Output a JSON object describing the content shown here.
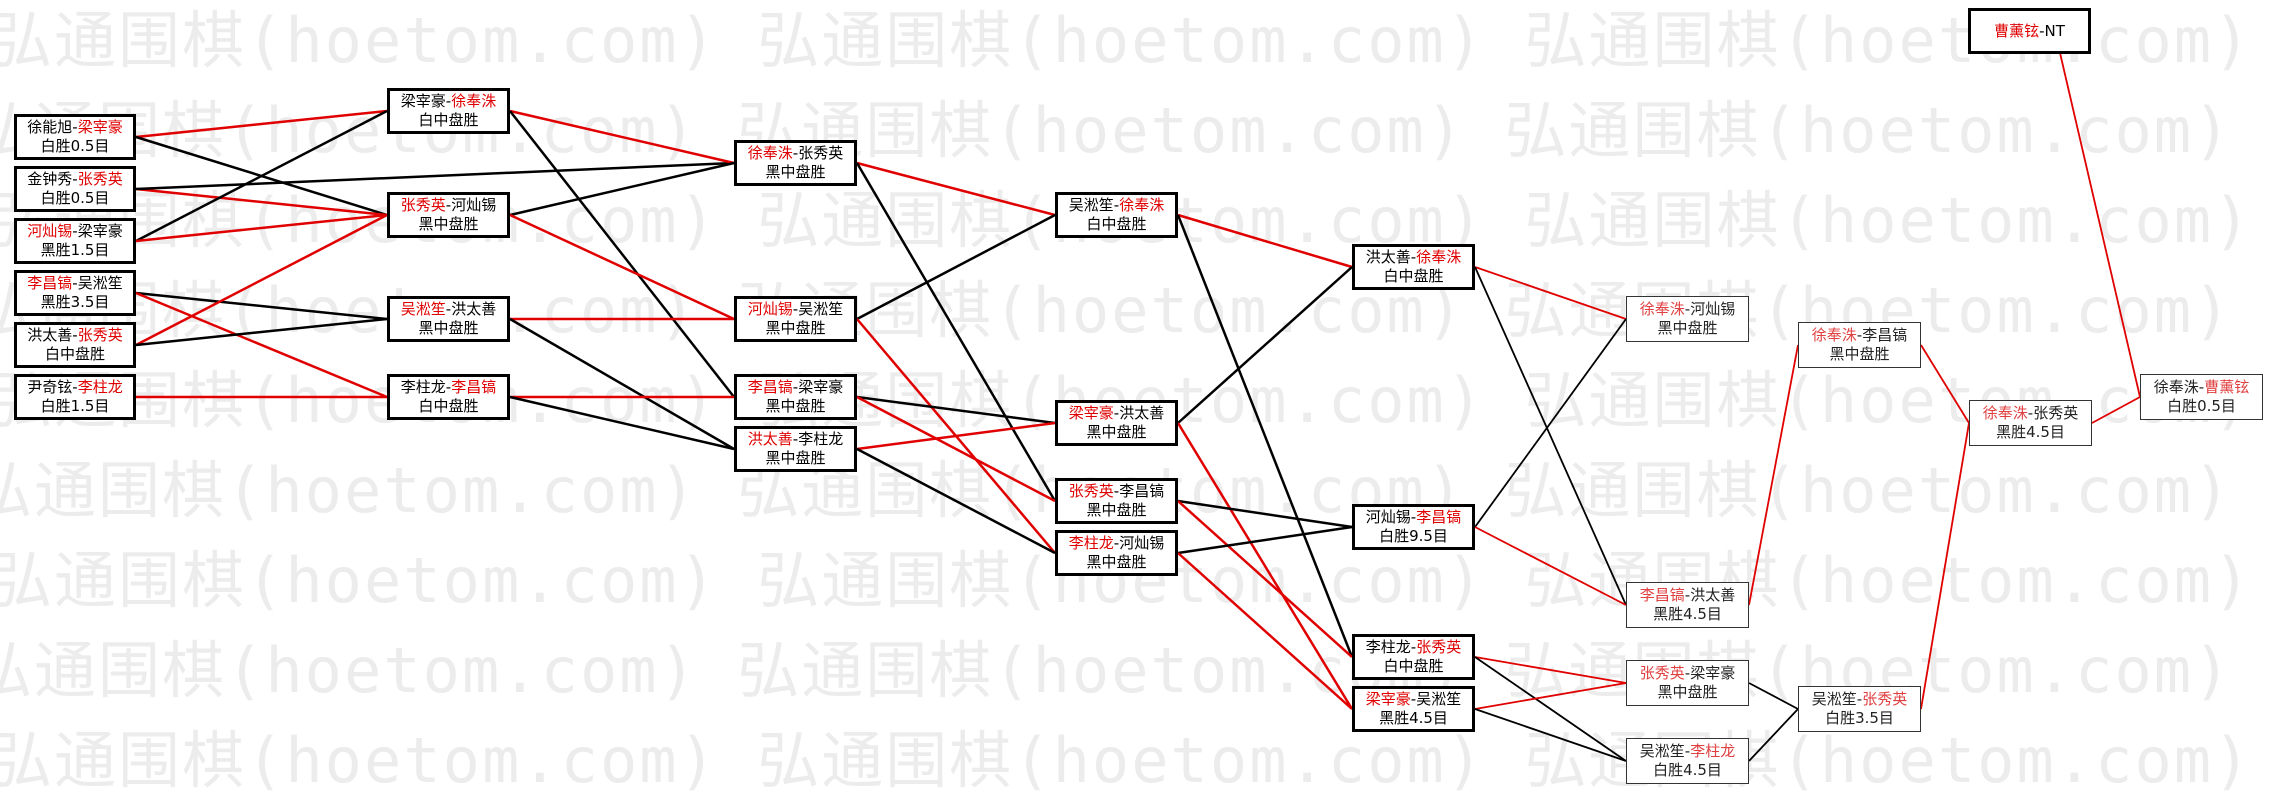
{
  "watermark": {
    "text": "弘通围棋(hoetom.com)"
  },
  "colors": {
    "win": "#e00000",
    "loss": "#000000",
    "border": "#000000"
  },
  "matches": [
    {
      "id": "r1a",
      "p1": "徐能旭",
      "p2": "梁宰豪",
      "winner": 2,
      "result": "白胜0.5目"
    },
    {
      "id": "r1b",
      "p1": "金钟秀",
      "p2": "张秀英",
      "winner": 2,
      "result": "白胜0.5目"
    },
    {
      "id": "r1c",
      "p1": "河灿锡",
      "p2": "梁宰豪",
      "winner": 1,
      "result": "黑胜1.5目"
    },
    {
      "id": "r1d",
      "p1": "李昌镐",
      "p2": "吴淞笙",
      "winner": 1,
      "result": "黑胜3.5目"
    },
    {
      "id": "r1e",
      "p1": "洪太善",
      "p2": "张秀英",
      "winner": 2,
      "result": "白中盘胜"
    },
    {
      "id": "r1f",
      "p1": "尹奇铉",
      "p2": "李柱龙",
      "winner": 2,
      "result": "白胜1.5目"
    },
    {
      "id": "r2a",
      "p1": "梁宰豪",
      "p2": "徐奉洙",
      "winner": 2,
      "result": "白中盘胜"
    },
    {
      "id": "r2b",
      "p1": "张秀英",
      "p2": "河灿锡",
      "winner": 1,
      "result": "黑中盘胜"
    },
    {
      "id": "r2c",
      "p1": "吴淞笙",
      "p2": "洪太善",
      "winner": 1,
      "result": "黑中盘胜"
    },
    {
      "id": "r2d",
      "p1": "李柱龙",
      "p2": "李昌镐",
      "winner": 2,
      "result": "白中盘胜"
    },
    {
      "id": "r3a",
      "p1": "徐奉洙",
      "p2": "张秀英",
      "winner": 1,
      "result": "黑中盘胜"
    },
    {
      "id": "r3b",
      "p1": "河灿锡",
      "p2": "吴淞笙",
      "winner": 1,
      "result": "黑中盘胜"
    },
    {
      "id": "r3c",
      "p1": "李昌镐",
      "p2": "梁宰豪",
      "winner": 1,
      "result": "黑中盘胜"
    },
    {
      "id": "r3d",
      "p1": "洪太善",
      "p2": "李柱龙",
      "winner": 1,
      "result": "黑中盘胜"
    },
    {
      "id": "r4a",
      "p1": "吴淞笙",
      "p2": "徐奉洙",
      "winner": 2,
      "result": "白中盘胜"
    },
    {
      "id": "r4b",
      "p1": "梁宰豪",
      "p2": "洪太善",
      "winner": 1,
      "result": "黑中盘胜"
    },
    {
      "id": "r4c",
      "p1": "张秀英",
      "p2": "李昌镐",
      "winner": 1,
      "result": "黑中盘胜"
    },
    {
      "id": "r4d",
      "p1": "李柱龙",
      "p2": "河灿锡",
      "winner": 1,
      "result": "黑中盘胜"
    },
    {
      "id": "r5a",
      "p1": "洪太善",
      "p2": "徐奉洙",
      "winner": 2,
      "result": "白中盘胜"
    },
    {
      "id": "r5b",
      "p1": "河灿锡",
      "p2": "李昌镐",
      "winner": 2,
      "result": "白胜9.5目"
    },
    {
      "id": "r5c",
      "p1": "李柱龙",
      "p2": "张秀英",
      "winner": 2,
      "result": "白中盘胜"
    },
    {
      "id": "r5d",
      "p1": "梁宰豪",
      "p2": "吴淞笙",
      "winner": 1,
      "result": "黑胜4.5目"
    },
    {
      "id": "r6a",
      "p1": "徐奉洙",
      "p2": "河灿锡",
      "winner": 1,
      "result": "黑中盘胜"
    },
    {
      "id": "r6b",
      "p1": "李昌镐",
      "p2": "洪太善",
      "winner": 1,
      "result": "黑胜4.5目"
    },
    {
      "id": "r6c",
      "p1": "张秀英",
      "p2": "梁宰豪",
      "winner": 1,
      "result": "黑中盘胜"
    },
    {
      "id": "r6d",
      "p1": "吴淞笙",
      "p2": "李柱龙",
      "winner": 2,
      "result": "白胜4.5目"
    },
    {
      "id": "r7a",
      "p1": "徐奉洙",
      "p2": "李昌镐",
      "winner": 1,
      "result": "黑中盘胜"
    },
    {
      "id": "r7b",
      "p1": "吴淞笙",
      "p2": "张秀英",
      "winner": 2,
      "result": "白胜3.5目"
    },
    {
      "id": "r8",
      "p1": "徐奉洙",
      "p2": "张秀英",
      "winner": 1,
      "result": "黑胜4.5目"
    },
    {
      "id": "final",
      "p1": "徐奉洙",
      "p2": "曹薰铉",
      "winner": 2,
      "result": "白胜0.5目"
    },
    {
      "id": "top",
      "p1": "曹薰铉",
      "p2": "NT",
      "winner": 1,
      "result": ""
    }
  ],
  "edges": [
    [
      "r1a",
      "r2a",
      "win"
    ],
    [
      "r1a",
      "r2b",
      "loss"
    ],
    [
      "r1b",
      "r2b",
      "win"
    ],
    [
      "r1b",
      "r3a",
      "loss"
    ],
    [
      "r1c",
      "r2a",
      "loss"
    ],
    [
      "r1c",
      "r2b",
      "win"
    ],
    [
      "r1d",
      "r2c",
      "loss"
    ],
    [
      "r1d",
      "r2d",
      "win"
    ],
    [
      "r1e",
      "r2b",
      "win"
    ],
    [
      "r1e",
      "r2c",
      "loss"
    ],
    [
      "r1f",
      "r2d",
      "win"
    ],
    [
      "r2a",
      "r3a",
      "win"
    ],
    [
      "r2a",
      "r3c",
      "loss"
    ],
    [
      "r2b",
      "r3a",
      "loss"
    ],
    [
      "r2b",
      "r3b",
      "win"
    ],
    [
      "r2c",
      "r3b",
      "win"
    ],
    [
      "r2c",
      "r3d",
      "loss"
    ],
    [
      "r2d",
      "r3c",
      "win"
    ],
    [
      "r2d",
      "r3d",
      "loss"
    ],
    [
      "r3a",
      "r4a",
      "win"
    ],
    [
      "r3a",
      "r4c",
      "loss"
    ],
    [
      "r3b",
      "r4a",
      "loss"
    ],
    [
      "r3b",
      "r4d",
      "win"
    ],
    [
      "r3c",
      "r4b",
      "loss"
    ],
    [
      "r3c",
      "r4c",
      "win"
    ],
    [
      "r3d",
      "r4b",
      "win"
    ],
    [
      "r3d",
      "r4d",
      "loss"
    ],
    [
      "r4a",
      "r5a",
      "win"
    ],
    [
      "r4a",
      "r5c",
      "loss"
    ],
    [
      "r4b",
      "r5a",
      "loss"
    ],
    [
      "r4b",
      "r5d",
      "win"
    ],
    [
      "r4c",
      "r5b",
      "loss"
    ],
    [
      "r4c",
      "r5c",
      "win"
    ],
    [
      "r4d",
      "r5b",
      "loss"
    ],
    [
      "r4d",
      "r5d",
      "win"
    ],
    [
      "r5a",
      "r6a",
      "win"
    ],
    [
      "r5a",
      "r6b",
      "loss"
    ],
    [
      "r5b",
      "r6a",
      "loss"
    ],
    [
      "r5b",
      "r6b",
      "win"
    ],
    [
      "r5c",
      "r6c",
      "win"
    ],
    [
      "r5c",
      "r6d",
      "loss"
    ],
    [
      "r5d",
      "r6c",
      "win"
    ],
    [
      "r5d",
      "r6d",
      "loss"
    ],
    [
      "r6b",
      "r7a",
      "win"
    ],
    [
      "r6c",
      "r7b",
      "loss"
    ],
    [
      "r6d",
      "r7b",
      "loss"
    ],
    [
      "r7a",
      "r8",
      "win"
    ],
    [
      "r7b",
      "r8",
      "win"
    ],
    [
      "r8",
      "final",
      "win"
    ],
    [
      "top",
      "final",
      "win"
    ]
  ]
}
